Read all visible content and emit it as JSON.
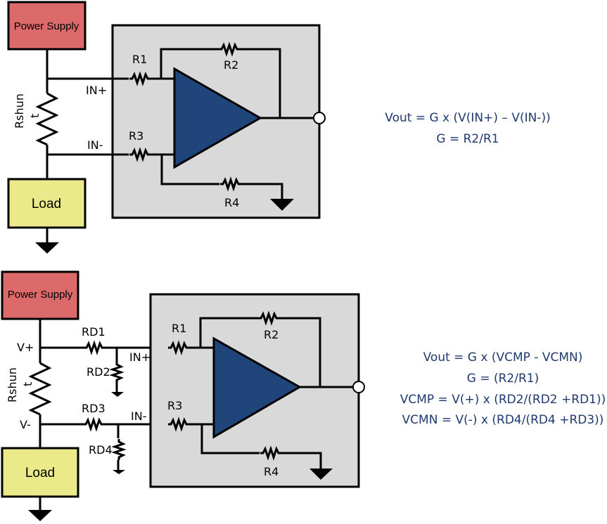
{
  "colors": {
    "power_supply": "#dc6a6a",
    "load": "#eaea8a",
    "amp_box": "#d9d9d9",
    "amplifier": "#1f457a",
    "equation_text": "#1f3a6e"
  },
  "circuit_top": {
    "power_supply_label": "Power Supply",
    "load_label": "Load",
    "shunt_label": "Rshun",
    "shunt_symbol": "t",
    "input_pos_label": "IN+",
    "input_neg_label": "IN-",
    "r1": "R1",
    "r2": "R2",
    "r3": "R3",
    "r4": "R4",
    "equations": [
      "Vout = G x (V(IN+) – V(IN-))",
      "G = R2/R1"
    ]
  },
  "circuit_bottom": {
    "power_supply_label": "Power Supply",
    "load_label": "Load",
    "shunt_label": "Rshun",
    "shunt_symbol": "t",
    "vplus_label": "V+",
    "vminus_label": "V-",
    "input_pos_label": "IN+",
    "input_neg_label": "IN-",
    "rd1": "RD1",
    "rd2": "RD2",
    "rd3": "RD3",
    "rd4": "RD4",
    "r1": "R1",
    "r2": "R2",
    "r3": "R3",
    "r4": "R4",
    "equations": [
      "Vout = G x (VCMP - VCMN)",
      "G = (R2/R1)",
      "VCMP = V(+) x (RD2/(RD2 +RD1))",
      "VCMN = V(-) x (RD4/(RD4 +RD3))"
    ]
  }
}
